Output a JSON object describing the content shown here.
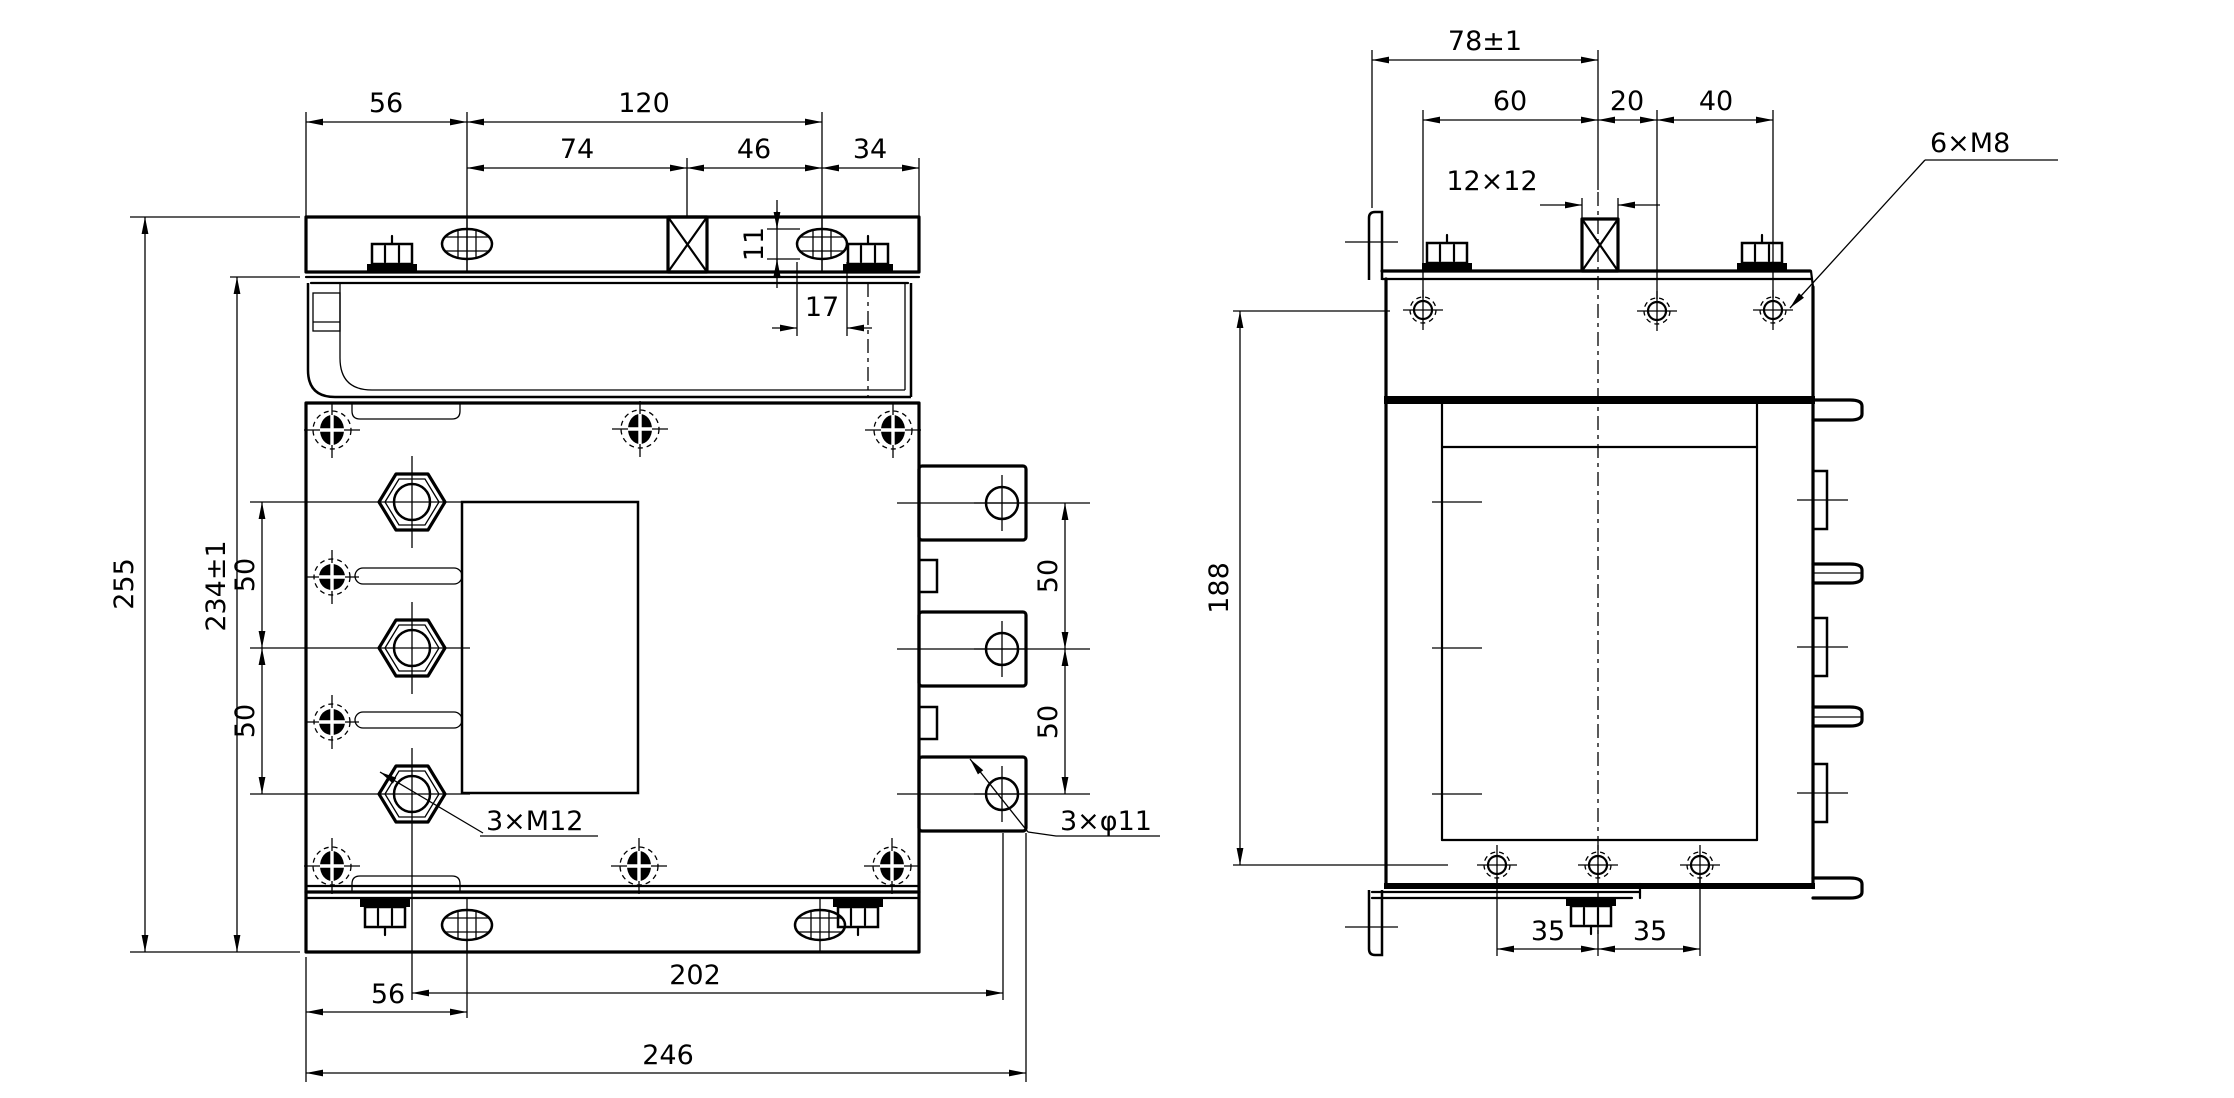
{
  "front": {
    "top": {
      "w56": "56",
      "w120": "120",
      "w74": "74",
      "w46": "46",
      "w34": "34",
      "h11": "11",
      "w17": "17"
    },
    "left": {
      "h255": "255",
      "h234": "234±1",
      "g50a": "50",
      "g50b": "50"
    },
    "right": {
      "g50a": "50",
      "g50b": "50"
    },
    "bottom": {
      "w56": "56",
      "w202": "202",
      "w246": "246"
    },
    "labels": {
      "m12": "3×M12",
      "phi11": "3×φ11"
    }
  },
  "side": {
    "top": {
      "w78": "78±1",
      "w60": "60",
      "w20": "20",
      "w40": "40",
      "sq": "12×12"
    },
    "labels": {
      "m8": "6×M8"
    },
    "left": {
      "h188": "188"
    },
    "bottom": {
      "w35a": "35",
      "w35b": "35"
    }
  }
}
